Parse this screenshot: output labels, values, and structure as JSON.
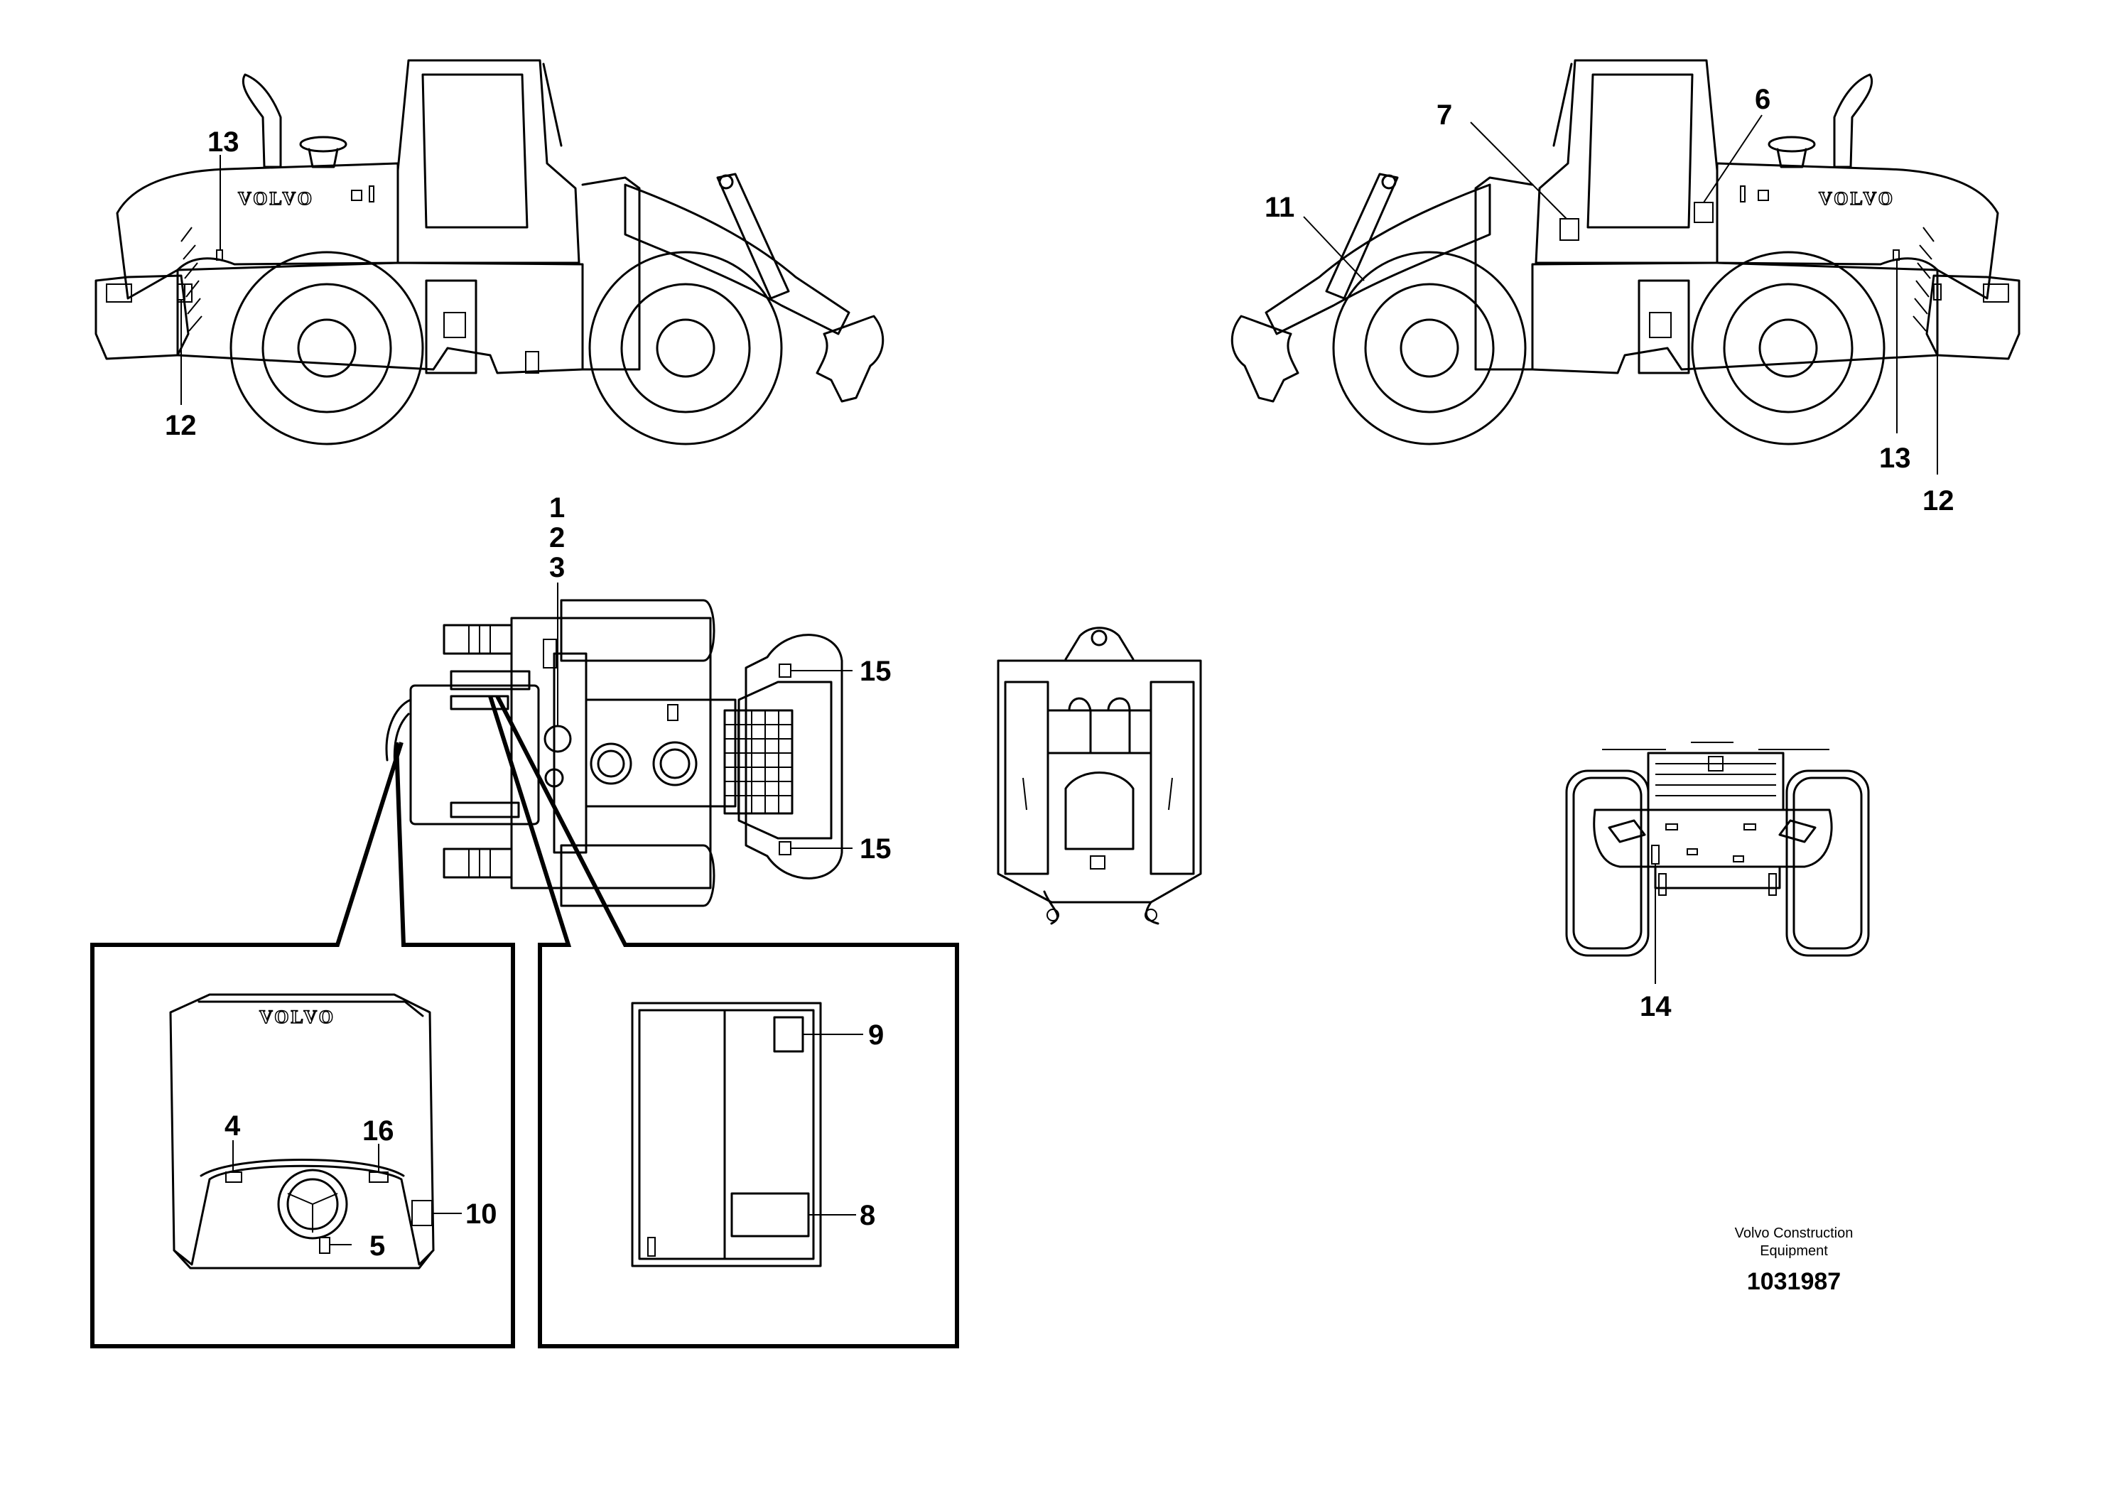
{
  "callouts": {
    "c1": "1",
    "c2": "2",
    "c3": "3",
    "c4": "4",
    "c5": "5",
    "c6": "6",
    "c7": "7",
    "c8": "8",
    "c9": "9",
    "c10": "10",
    "c11": "11",
    "c12a": "12",
    "c12b": "12",
    "c13a": "13",
    "c13b": "13",
    "c14": "14",
    "c15a": "15",
    "c15b": "15",
    "c16": "16"
  },
  "machine_logo": {
    "left_view": "VOLVO",
    "right_view": "VOLVO",
    "dashboard": "VOLVO"
  },
  "footer": {
    "brand_line1": "Volvo Construction",
    "brand_line2": "Equipment",
    "document_number": "1031987"
  }
}
